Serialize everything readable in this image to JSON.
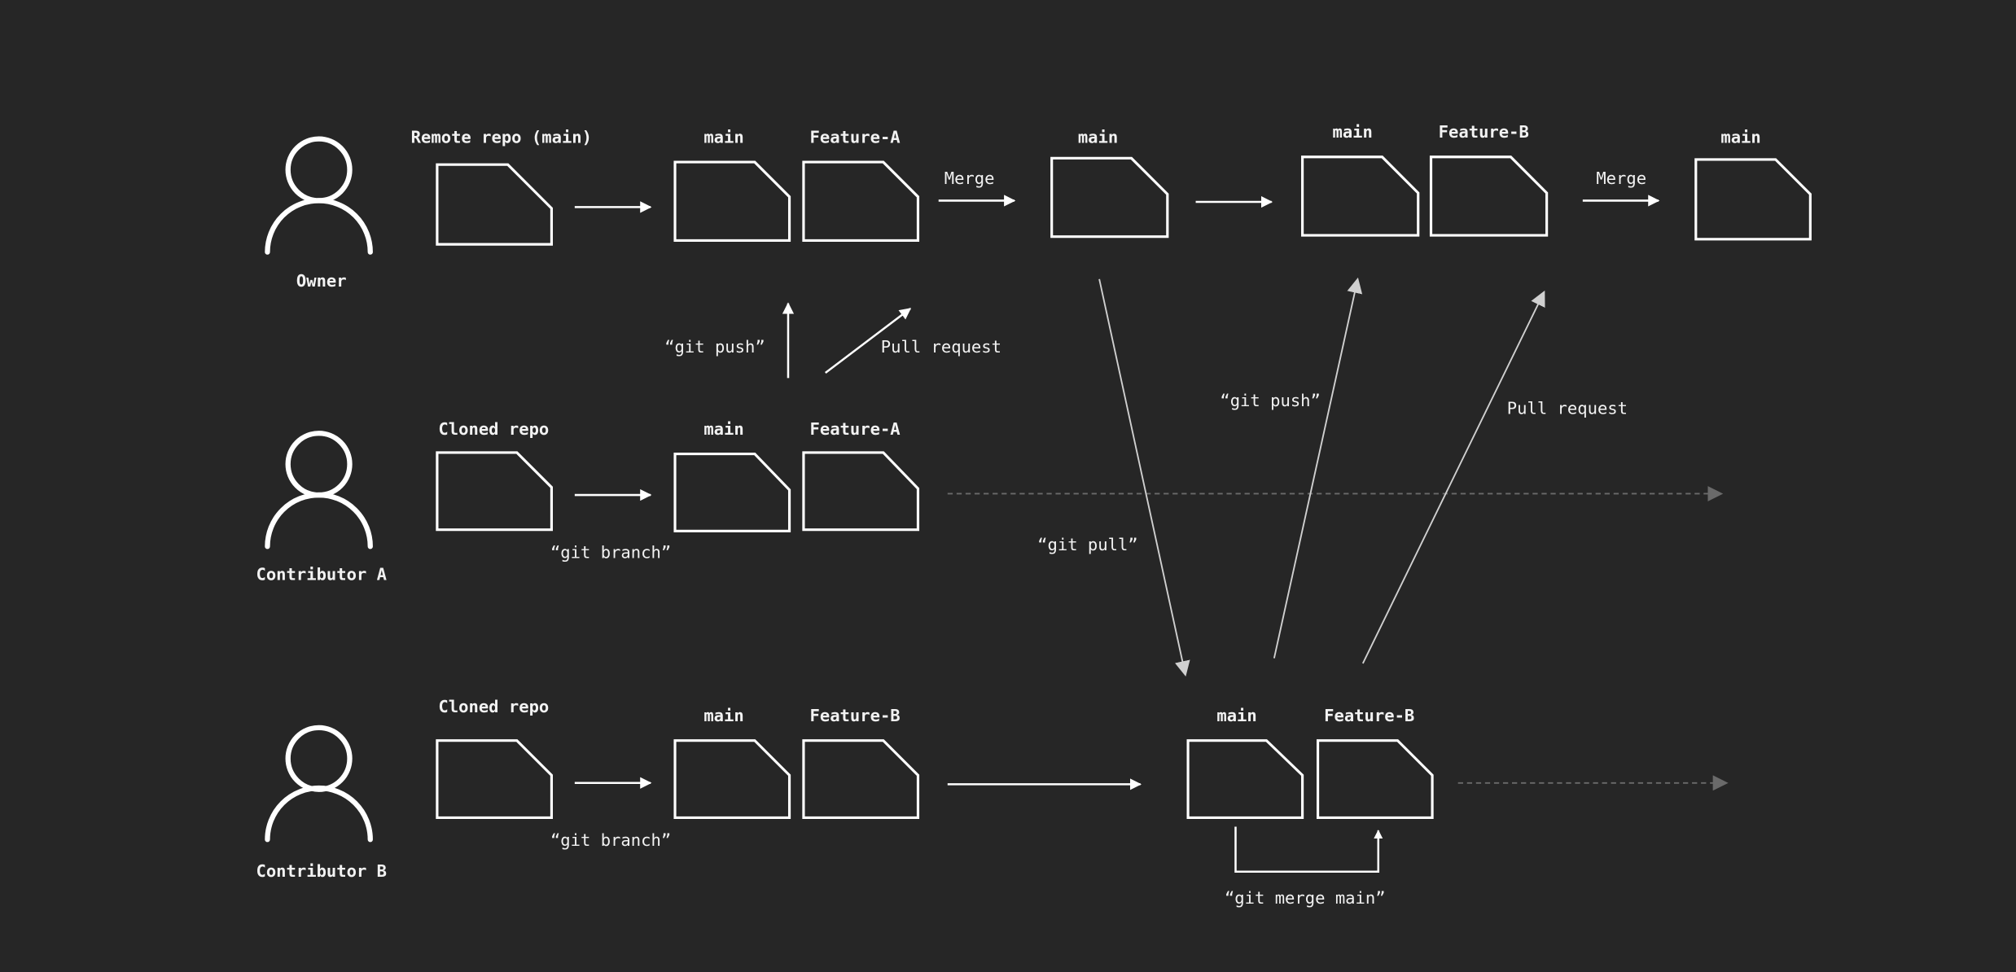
{
  "diagram": {
    "title": "Git collaboration workflow",
    "colors": {
      "background": "#262626",
      "foreground": "#ffffff",
      "dashed": "#6a6a6a"
    },
    "actors": [
      {
        "id": "owner",
        "label": "Owner",
        "icon": "person-icon"
      },
      {
        "id": "contributor-a",
        "label": "Contributor A",
        "icon": "person-icon"
      },
      {
        "id": "contributor-b",
        "label": "Contributor B",
        "icon": "person-icon"
      }
    ],
    "owner_row": {
      "remote_repo": "Remote repo (main)",
      "main_1": "main",
      "feature_a": "Feature-A",
      "merge_1": "Merge",
      "main_2": "main",
      "main_3": "main",
      "feature_b": "Feature-B",
      "merge_2": "Merge",
      "main_4": "main"
    },
    "contributor_a_row": {
      "cloned_repo": "Cloned repo",
      "git_branch": "“git branch”",
      "main": "main",
      "feature_a": "Feature-A"
    },
    "contributor_b_row": {
      "cloned_repo": "Cloned repo",
      "git_branch": "“git branch”",
      "main": "main",
      "feature_b": "Feature-B",
      "main_2": "main",
      "feature_b_2": "Feature-B",
      "git_merge_main": "“git merge main”"
    },
    "edges": {
      "a_git_push": "“git push”",
      "a_pull_request": "Pull request",
      "b_git_pull": "“git pull”",
      "b_git_push": "“git push”",
      "b_pull_request": "Pull request"
    }
  }
}
